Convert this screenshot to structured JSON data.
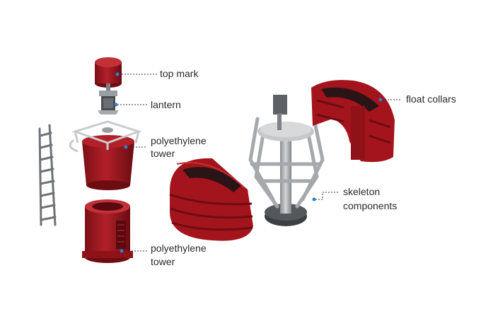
{
  "colors": {
    "buoy_red": "#a3141c",
    "buoy_dark": "#6d0d12",
    "buoy_light": "#c23038",
    "metal": "#b9bcbf",
    "metal_dark": "#7d8185",
    "marker": "#2b7fd6",
    "text": "#2b2b2b"
  },
  "labels": {
    "top_mark": "top mark",
    "lantern": "lantern",
    "tower_upper_line1": "polyethylene",
    "tower_upper_line2": "tower",
    "tower_lower_line1": "polyethylene",
    "tower_lower_line2": "tower",
    "float_collars": "float collars",
    "skeleton_line1": "skeleton",
    "skeleton_line2": "components"
  }
}
